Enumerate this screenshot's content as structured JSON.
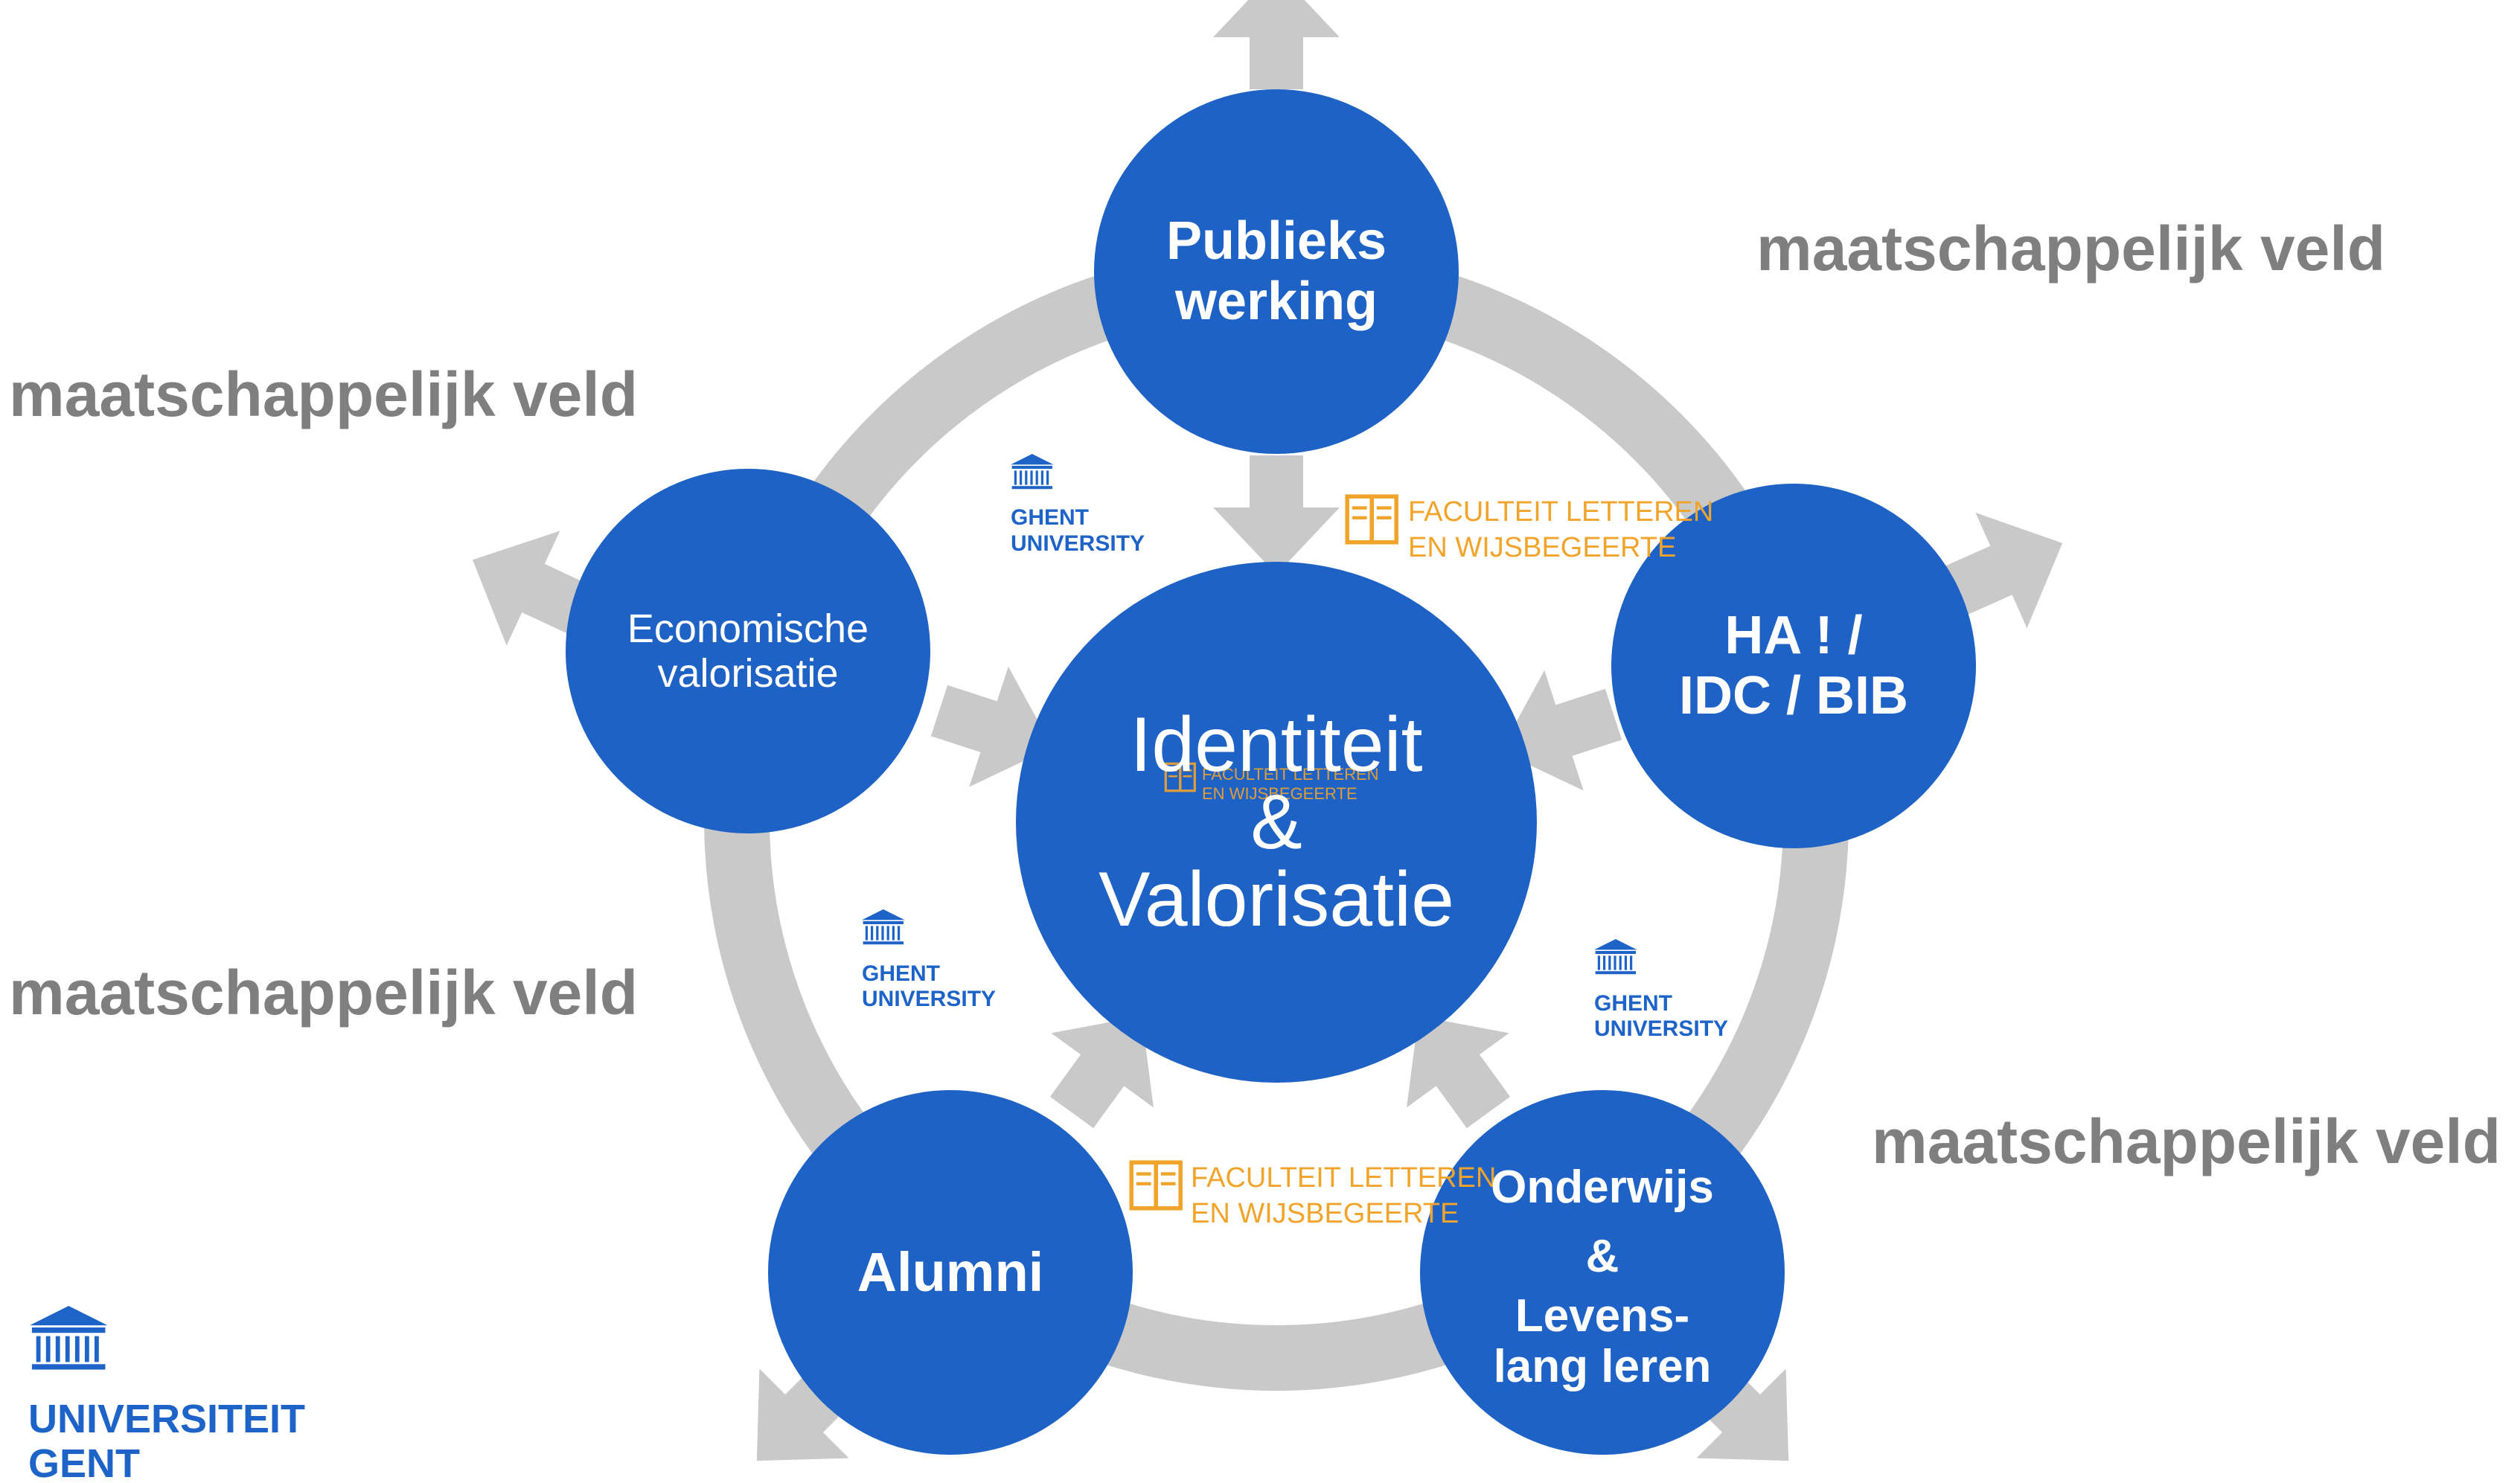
{
  "colors": {
    "node_fill": "#1f62c6",
    "ring": "#c9c9c9",
    "field_text": "#7f7f7f",
    "ugent_blue": "#1e64c8",
    "faculty_orange": "#f1a42b"
  },
  "center": {
    "line1": "Identiteit",
    "line2": "&",
    "line3": "Valorisatie"
  },
  "nodes": {
    "top": {
      "line1": "Publieks",
      "line2": "werking"
    },
    "right": {
      "line1": "HA ! /",
      "line2": "IDC / BIB"
    },
    "bottom_right": {
      "line1": "Onderwijs",
      "line2": "&",
      "line3": "Levens-",
      "line4": "lang leren"
    },
    "bottom_left": {
      "line1": "Alumni"
    },
    "left": {
      "line1": "Economische",
      "line2": "valorisatie"
    }
  },
  "field_labels": {
    "top_right": "maatschappelijk veld",
    "left_upper": "maatschappelijk veld",
    "left_lower": "maatschappelijk veld",
    "right_lower": "maatschappelijk veld"
  },
  "logos": {
    "ghent_university": {
      "line1": "GHENT",
      "line2": "UNIVERSITY"
    },
    "faculty": {
      "line1": "FACULTEIT LETTEREN",
      "line2": "EN WIJSBEGEERTE"
    },
    "universiteit_gent": {
      "line1": "UNIVERSITEIT",
      "line2": "GENT"
    }
  },
  "icons": {
    "building": "university-building-icon",
    "book": "open-book-icon",
    "arrow": "block-arrow-icon"
  }
}
